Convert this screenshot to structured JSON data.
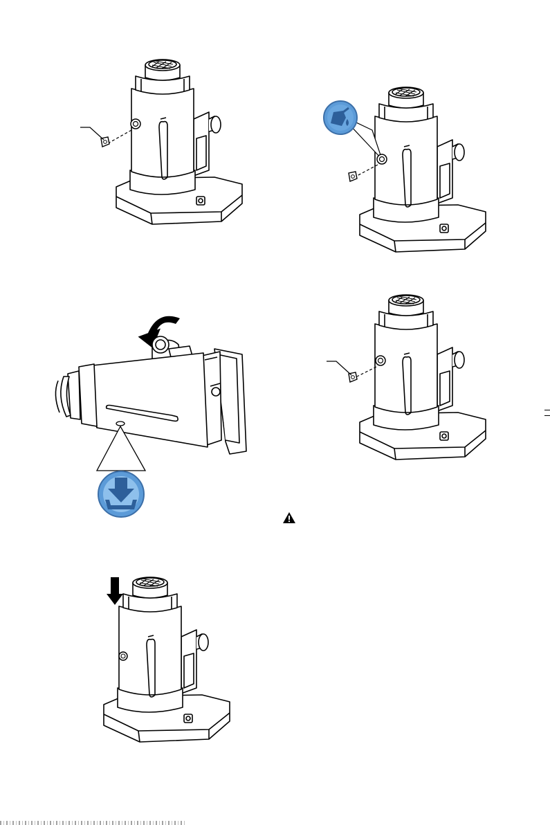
{
  "figures": [
    {
      "name": "figure-remove-oil-plug",
      "icon": "none"
    },
    {
      "name": "figure-fill-oil",
      "icon": "oil-can-icon",
      "accent": "#5c9bd8"
    },
    {
      "name": "figure-drain-oil",
      "icon": "drain-arrow-icon",
      "accent": "#5c9bd8",
      "rotation_arrow": "counterclockwise"
    },
    {
      "name": "figure-reinstall-oil-plug",
      "icon": "none"
    },
    {
      "name": "figure-press-saddle-down",
      "icon": "down-arrow-icon"
    }
  ],
  "warning": {
    "icon": "warning-triangle-icon"
  }
}
